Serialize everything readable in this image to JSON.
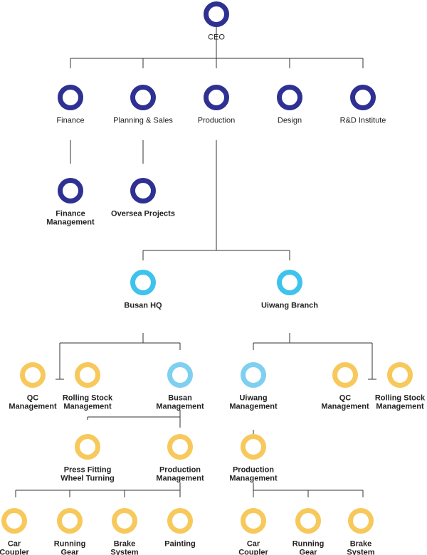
{
  "colors": {
    "dark": "#2e3192",
    "light": "#3dc3ec",
    "pale": "#7fcff0",
    "gold": "#f7c95c",
    "line": "#333333"
  },
  "nodes": [
    {
      "id": "ceo",
      "lines": [
        "CEO"
      ],
      "color": "dark",
      "bold": false
    },
    {
      "id": "finance",
      "lines": [
        "Finance"
      ],
      "color": "dark",
      "bold": false
    },
    {
      "id": "planning-sales",
      "lines": [
        "Planning & Sales"
      ],
      "color": "dark",
      "bold": false
    },
    {
      "id": "production",
      "lines": [
        "Production"
      ],
      "color": "dark",
      "bold": false
    },
    {
      "id": "design",
      "lines": [
        "Design"
      ],
      "color": "dark",
      "bold": false
    },
    {
      "id": "rd-institute",
      "lines": [
        "R&D Institute"
      ],
      "color": "dark",
      "bold": false
    },
    {
      "id": "finance-management",
      "lines": [
        "Finance",
        "Management"
      ],
      "color": "dark",
      "bold": true
    },
    {
      "id": "oversea-projects",
      "lines": [
        "Oversea Projects"
      ],
      "color": "dark",
      "bold": true
    },
    {
      "id": "busan-hq",
      "lines": [
        "Busan HQ"
      ],
      "color": "light",
      "bold": true
    },
    {
      "id": "uiwang-branch",
      "lines": [
        "Uiwang Branch"
      ],
      "color": "light",
      "bold": true
    },
    {
      "id": "qc-management-busan",
      "lines": [
        "QC",
        "Management"
      ],
      "color": "gold",
      "bold": true
    },
    {
      "id": "rolling-stock-management-busan",
      "lines": [
        "Rolling Stock",
        "Management"
      ],
      "color": "gold",
      "bold": true
    },
    {
      "id": "busan-management",
      "lines": [
        "Busan",
        "Management"
      ],
      "color": "pale",
      "bold": true
    },
    {
      "id": "uiwang-management",
      "lines": [
        "Uiwang",
        "Management"
      ],
      "color": "pale",
      "bold": true
    },
    {
      "id": "qc-management-uiwang",
      "lines": [
        "QC",
        "Management"
      ],
      "color": "gold",
      "bold": true
    },
    {
      "id": "rolling-stock-management-uiwang",
      "lines": [
        "Rolling Stock",
        "Management"
      ],
      "color": "gold",
      "bold": true
    },
    {
      "id": "press-fitting-wheel-turning",
      "lines": [
        "Press Fitting",
        "Wheel Turning"
      ],
      "color": "gold",
      "bold": true
    },
    {
      "id": "production-management-busan",
      "lines": [
        "Production",
        "Management"
      ],
      "color": "gold",
      "bold": true
    },
    {
      "id": "production-management-uiwang",
      "lines": [
        "Production",
        "Management"
      ],
      "color": "gold",
      "bold": true
    },
    {
      "id": "car-coupler-busan",
      "lines": [
        "Car",
        "Coupler"
      ],
      "color": "gold",
      "bold": true
    },
    {
      "id": "running-gear-busan",
      "lines": [
        "Running",
        "Gear"
      ],
      "color": "gold",
      "bold": true
    },
    {
      "id": "brake-system-busan",
      "lines": [
        "Brake",
        "System"
      ],
      "color": "gold",
      "bold": true
    },
    {
      "id": "painting",
      "lines": [
        "Painting"
      ],
      "color": "gold",
      "bold": true
    },
    {
      "id": "car-coupler-uiwang",
      "lines": [
        "Car",
        "Coupler"
      ],
      "color": "gold",
      "bold": true
    },
    {
      "id": "running-gear-uiwang",
      "lines": [
        "Running",
        "Gear"
      ],
      "color": "gold",
      "bold": true
    },
    {
      "id": "brake-system-uiwang",
      "lines": [
        "Brake",
        "System"
      ],
      "color": "gold",
      "bold": true
    }
  ],
  "edges": [
    [
      "ceo",
      "finance"
    ],
    [
      "ceo",
      "planning-sales"
    ],
    [
      "ceo",
      "production"
    ],
    [
      "ceo",
      "design"
    ],
    [
      "ceo",
      "rd-institute"
    ],
    [
      "finance",
      "finance-management"
    ],
    [
      "planning-sales",
      "oversea-projects"
    ],
    [
      "production",
      "busan-hq"
    ],
    [
      "production",
      "uiwang-branch"
    ],
    [
      "busan-hq",
      "qc-management-busan"
    ],
    [
      "busan-hq",
      "busan-management"
    ],
    [
      "busan-management",
      "rolling-stock-management-busan"
    ],
    [
      "busan-management",
      "press-fitting-wheel-turning"
    ],
    [
      "busan-management",
      "production-management-busan"
    ],
    [
      "production-management-busan",
      "car-coupler-busan"
    ],
    [
      "production-management-busan",
      "running-gear-busan"
    ],
    [
      "production-management-busan",
      "brake-system-busan"
    ],
    [
      "production-management-busan",
      "painting"
    ],
    [
      "uiwang-branch",
      "uiwang-management"
    ],
    [
      "uiwang-branch",
      "qc-management-uiwang"
    ],
    [
      "uiwang-management",
      "production-management-uiwang"
    ],
    [
      "production-management-uiwang",
      "car-coupler-uiwang"
    ],
    [
      "production-management-uiwang",
      "running-gear-uiwang"
    ],
    [
      "production-management-uiwang",
      "brake-system-uiwang"
    ]
  ]
}
